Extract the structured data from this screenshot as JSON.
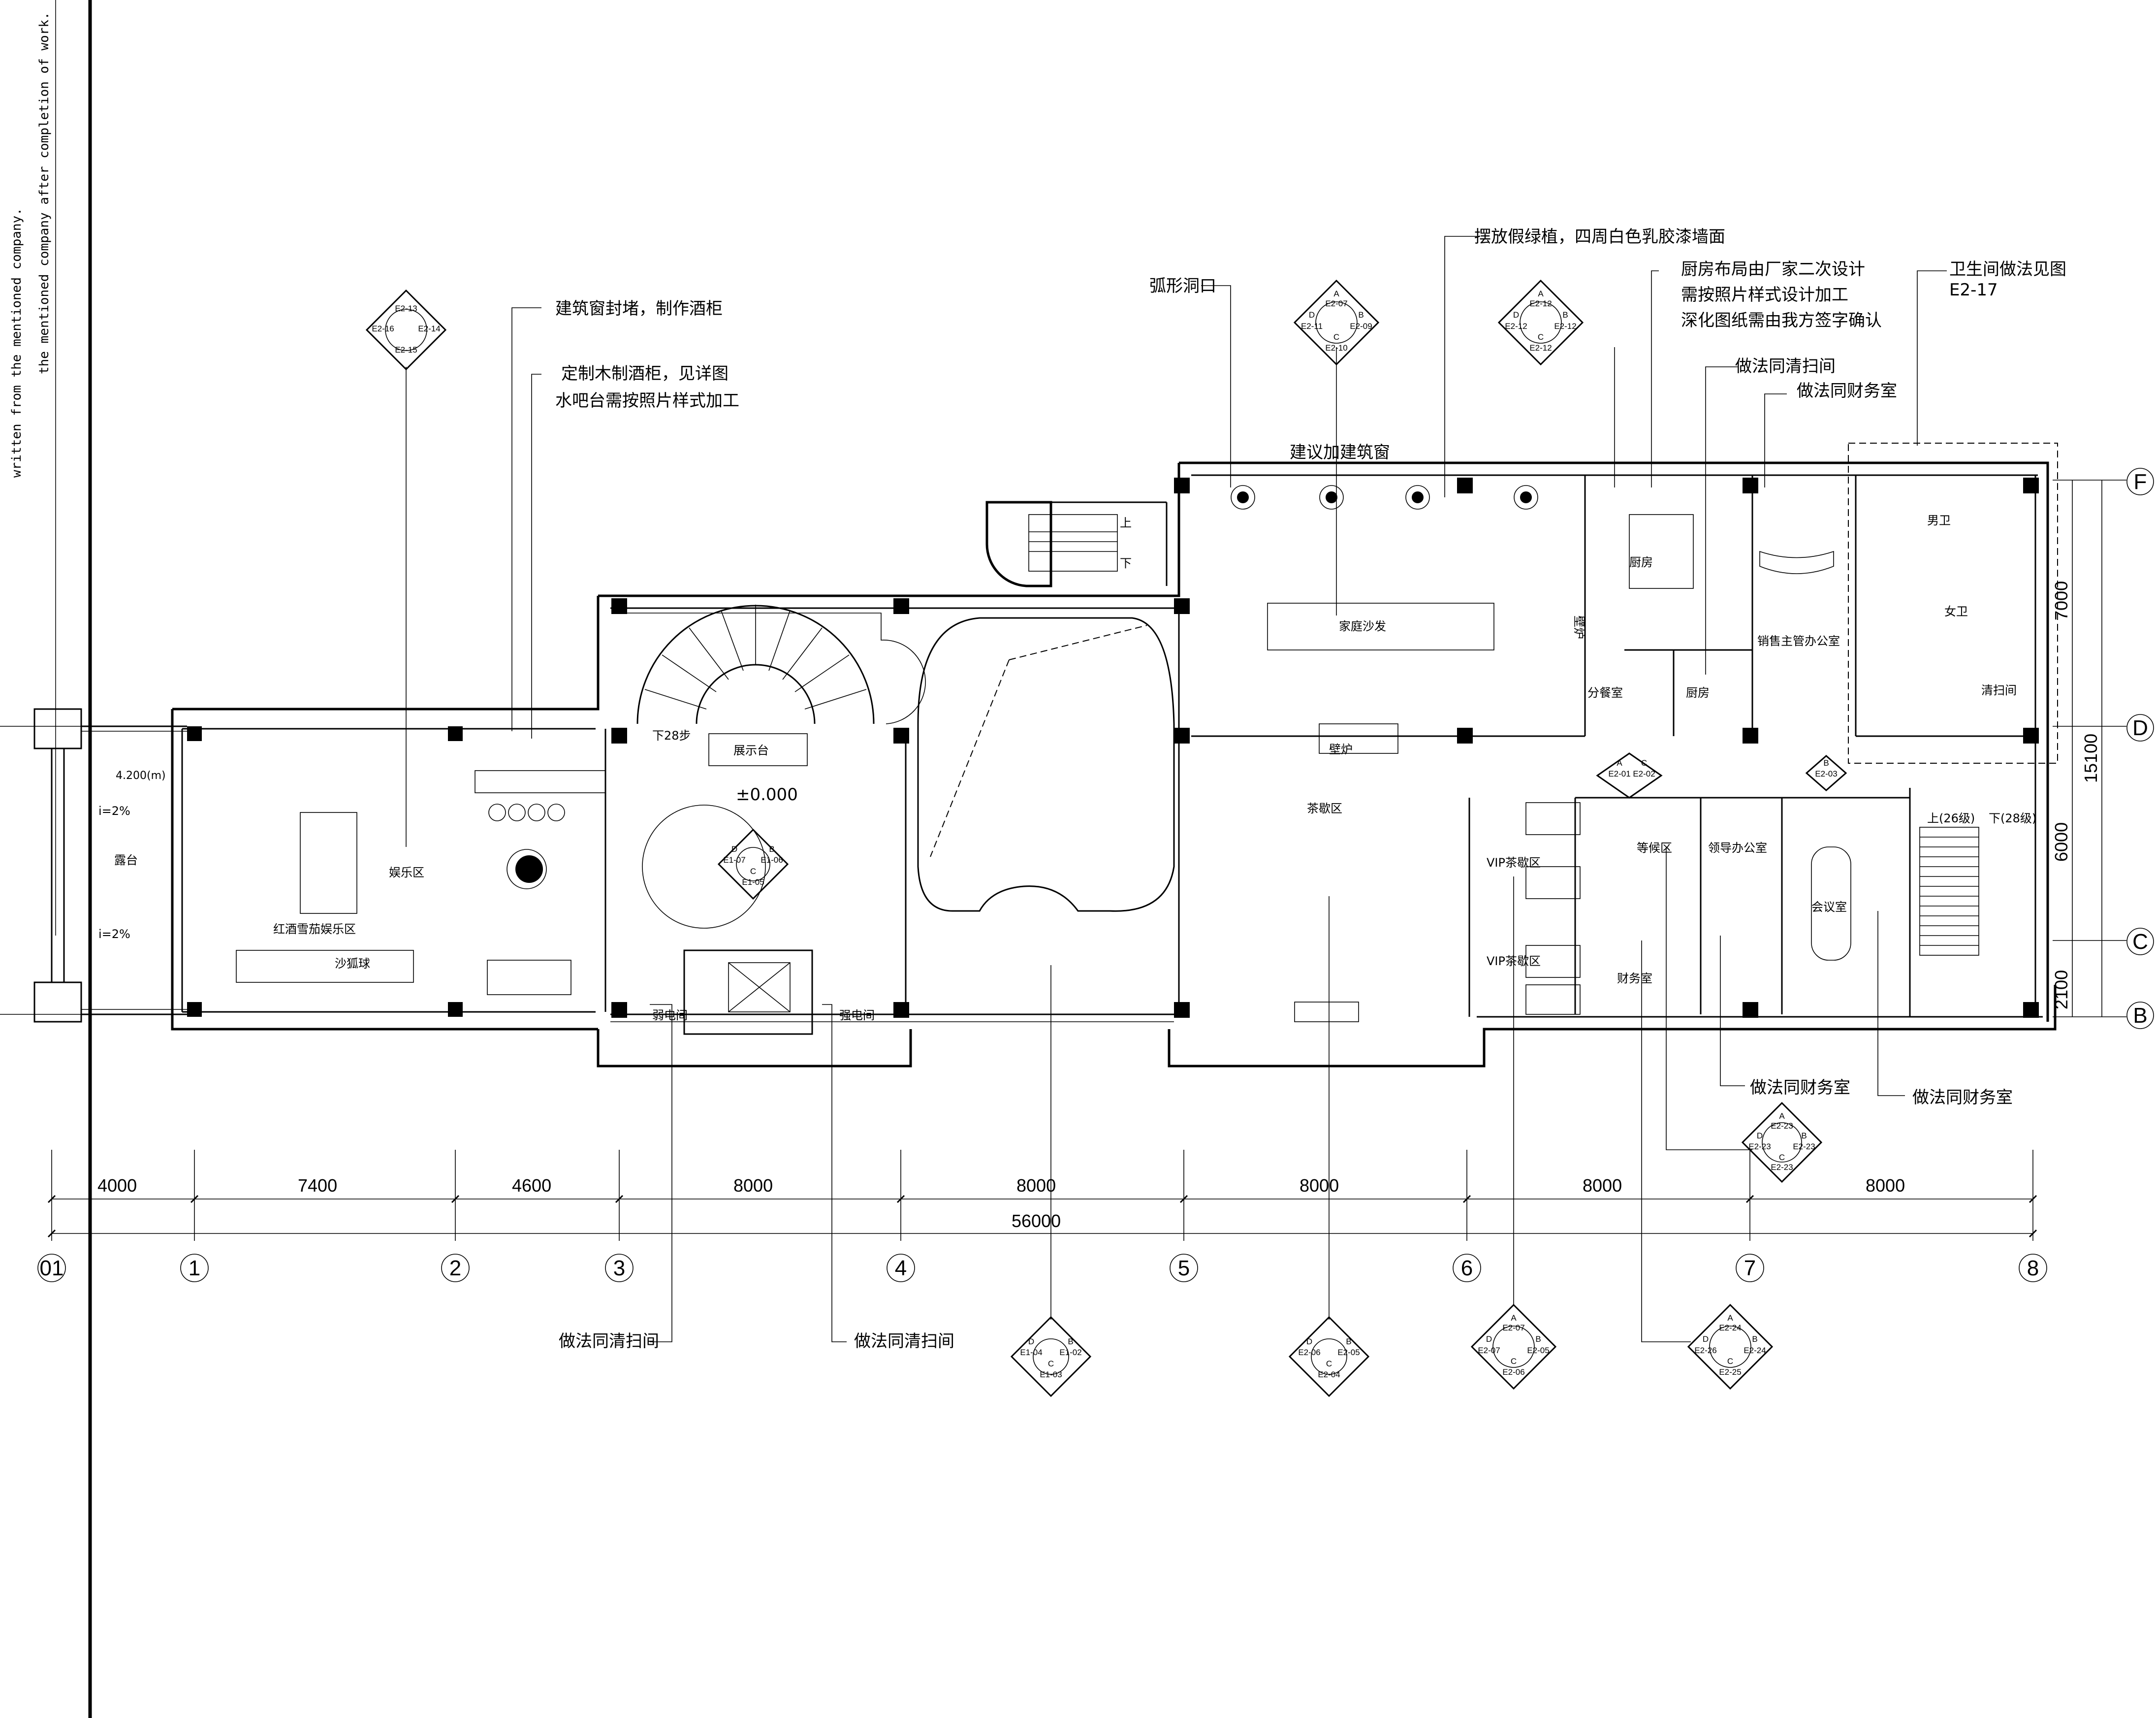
{
  "side_note": {
    "line1": "written from the mentioned company.",
    "line2": "the mentioned company after completion of work."
  },
  "annotations": {
    "window_seal": "建筑窗封堵，制作酒柜",
    "wine_cabinet_1": "定制木制酒柜，见详图",
    "wine_cabinet_2": "水吧台需按照片样式加工",
    "arch_opening": "弧形洞口",
    "suggest_window": "建议加建筑窗",
    "fake_plants": "摆放假绿植，四周白色乳胶漆墙面",
    "kitchen_1": "厨房布局由厂家二次设计",
    "kitchen_2": "需按照片样式设计加工",
    "kitchen_3": "深化图纸需由我方签字确认",
    "same_cleaning_top": "做法同清扫间",
    "same_finance_top": "做法同财务室",
    "toilet_see": "卫生间做法见图",
    "toilet_ref": "E2-17",
    "same_cleaning_b1": "做法同清扫间",
    "same_cleaning_b2": "做法同清扫间",
    "same_finance_b1": "做法同财务室",
    "same_finance_b2": "做法同财务室"
  },
  "rooms": {
    "terrace": "露台",
    "slope1": "i=2%",
    "slope2": "i=2%",
    "elev_terrace": "4.200(m)",
    "wine_cigar": "红酒雪茄娱乐区",
    "sand_table": "沙狐球",
    "entertainment": "娱乐区",
    "down_steps": "下28步",
    "display": "展示台",
    "elevation": "±0.000",
    "weak_elec": "弱电间",
    "strong_elec": "强电间",
    "family_sofa": "家庭沙发",
    "fireplace1": "壁炉",
    "fireplace2": "壁炉",
    "dining_div": "分餐室",
    "kitchen": "厨房",
    "kitchen2": "厨房",
    "sales_office": "销售主管办公室",
    "men_wc": "男卫",
    "women_wc": "女卫",
    "cleaning": "清扫间",
    "tea_area": "茶歇区",
    "vip1": "VIP茶歇区",
    "vip2": "VIP茶歇区",
    "waiting": "等候区",
    "finance": "财务室",
    "manager": "领导办公室",
    "meeting": "会议室",
    "up_stairs": "上(26级)",
    "down_stairs": "下(28级)",
    "stair_up": "上",
    "stair_down": "下"
  },
  "dimensions": {
    "segments": [
      "4000",
      "7400",
      "4600",
      "8000",
      "8000",
      "8000",
      "8000",
      "8000"
    ],
    "total": "56000",
    "vertical": [
      "7000",
      "6000",
      "2100"
    ],
    "vertical_total": "15100"
  },
  "axes": {
    "columns": [
      "01",
      "1",
      "2",
      "3",
      "4",
      "5",
      "6",
      "7",
      "8"
    ],
    "rows": [
      "F",
      "D",
      "C",
      "B"
    ]
  },
  "tags": {
    "t1": [
      "E2-13",
      "E2-16",
      "E2-14",
      "E2-15"
    ],
    "t2": [
      "A",
      "E2-07",
      "D",
      "E2-11",
      "B",
      "E2-09",
      "C",
      "E2-10"
    ],
    "t3": [
      "A",
      "E2-12",
      "D",
      "E2-12",
      "B",
      "E2-12",
      "C",
      "E2-12"
    ],
    "t4": [
      "D",
      "E1-07",
      "B",
      "E1-06",
      "C",
      "E1-05"
    ],
    "t5": [
      "A",
      "E2-01",
      "C",
      "E2-02"
    ],
    "t6": [
      "B",
      "E2-03"
    ],
    "t7": [
      "A",
      "E2-23",
      "D",
      "E2-23",
      "B",
      "E2-23",
      "C",
      "E2-23"
    ],
    "t8": [
      "D",
      "E1-04",
      "B",
      "E1-02",
      "C",
      "E1-03"
    ],
    "t9": [
      "D",
      "E2-06",
      "B",
      "E2-05",
      "C",
      "E2-04"
    ],
    "t10": [
      "A",
      "E2-07",
      "D",
      "E2-07",
      "B",
      "E2-05",
      "C",
      "E2-06"
    ],
    "t11": [
      "A",
      "E2-24",
      "D",
      "E2-26",
      "B",
      "E2-24",
      "C",
      "E2-25"
    ]
  }
}
